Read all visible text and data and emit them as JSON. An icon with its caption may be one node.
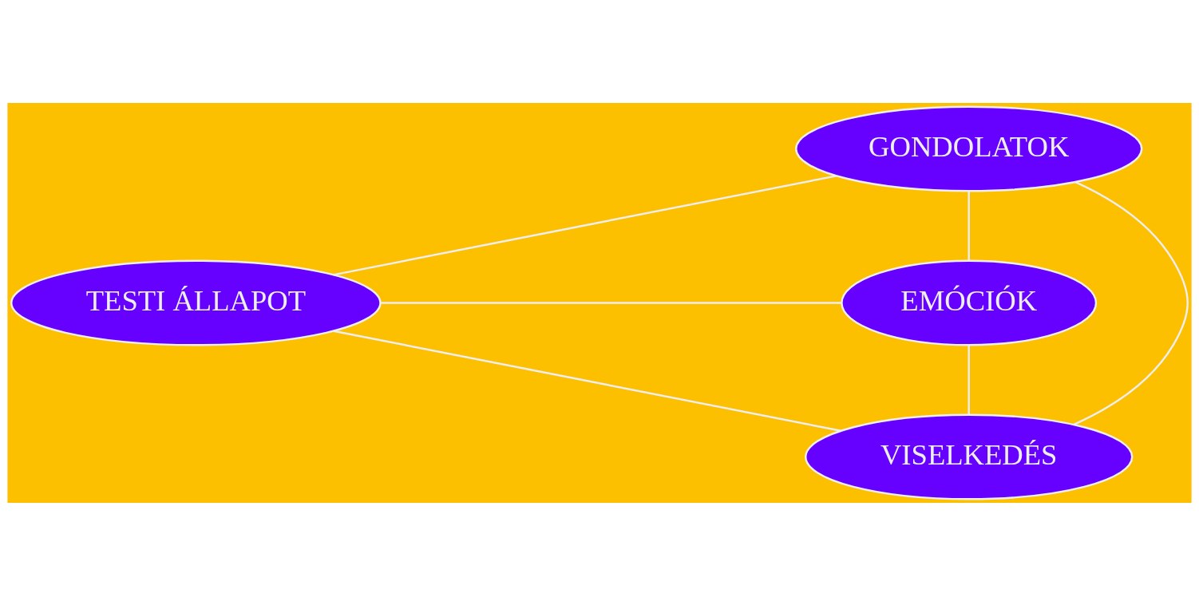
{
  "diagram": {
    "nodes": [
      {
        "text": [
          "GONDOLATOK"
        ]
      },
      {
        "text": [
          "TESTI ÁLLAPOT"
        ]
      },
      {
        "text": [
          "EMÓCIÓK"
        ]
      },
      {
        "text": [
          "VISELKEDÉS"
        ]
      }
    ],
    "edges": [
      {
        "from": 0,
        "to": 1,
        "arrow": "none"
      },
      {
        "from": 0,
        "to": 2,
        "arrow": "none"
      },
      {
        "from": 0,
        "to": 3,
        "arrow": "none"
      },
      {
        "from": 1,
        "to": 2,
        "arrow": "none"
      },
      {
        "from": 1,
        "to": 3,
        "arrow": "none"
      },
      {
        "from": 2,
        "to": 3,
        "arrow": "none"
      }
    ]
  }
}
